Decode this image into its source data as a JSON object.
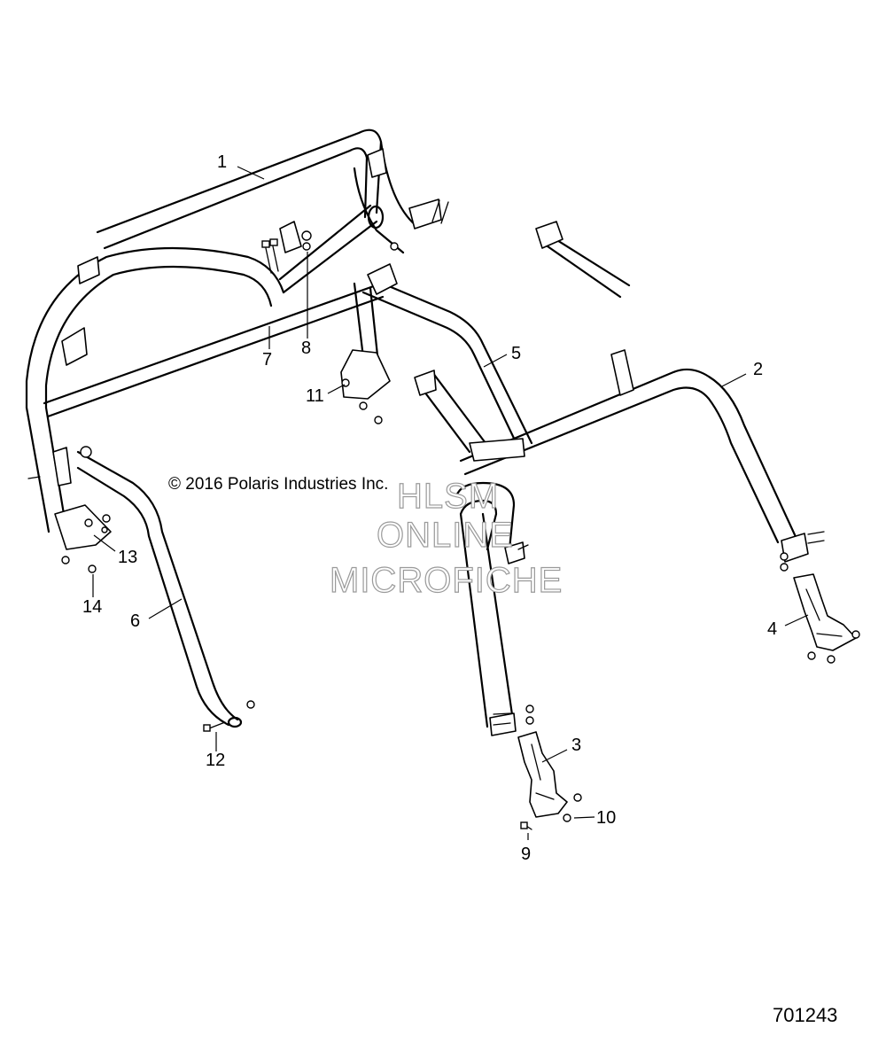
{
  "copyright": "© 2016 Polaris Industries Inc.",
  "watermark": {
    "line1": "HLSM",
    "line2": "ONLINE",
    "line3": "MICROFICHE"
  },
  "figure_id": "701243",
  "callouts": {
    "c1": "1",
    "c2": "2",
    "c3": "3",
    "c4": "4",
    "c5": "5",
    "c6": "6",
    "c7": "7",
    "c8": "8",
    "c9": "9",
    "c10": "10",
    "c11": "11",
    "c12": "12",
    "c13": "13",
    "c14": "14"
  },
  "colors": {
    "line": "#000000",
    "background": "#ffffff",
    "watermark_outline": "#9a9a9a"
  }
}
